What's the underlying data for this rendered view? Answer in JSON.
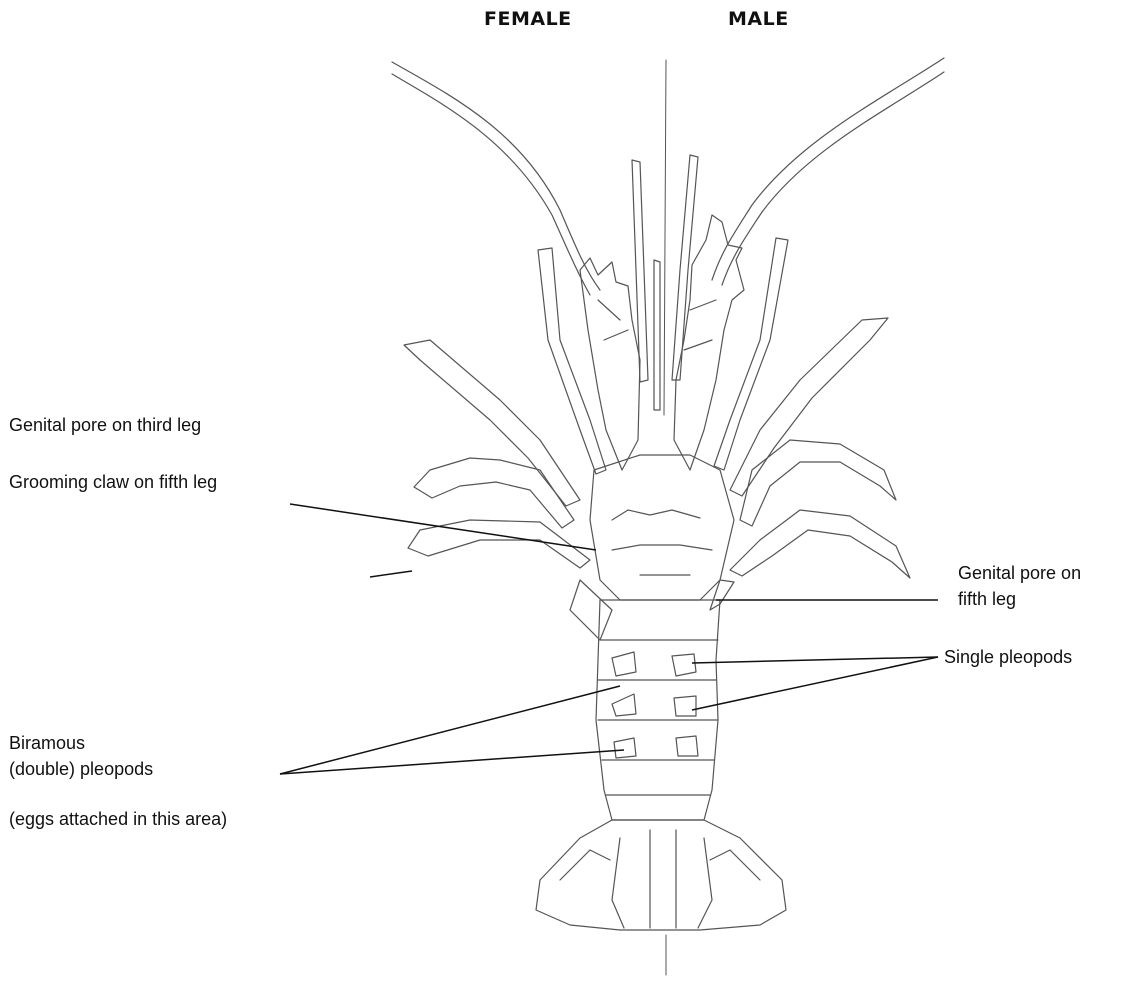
{
  "headers": {
    "female": "FEMALE",
    "male": "MALE"
  },
  "labels": {
    "genital_pore_third": "Genital pore on third leg",
    "grooming_claw": "Grooming claw on fifth leg",
    "genital_pore_fifth_1": "Genital pore on",
    "genital_pore_fifth_2": "fifth leg",
    "single_pleopods": "Single pleopods",
    "biramous_1": "Biramous",
    "biramous_2": "(double) pleopods",
    "eggs_note": "(eggs attached in this area)"
  },
  "colors": {
    "line": "#111111",
    "drawing": "#555555",
    "leg_tint": "#f4f4f4"
  }
}
